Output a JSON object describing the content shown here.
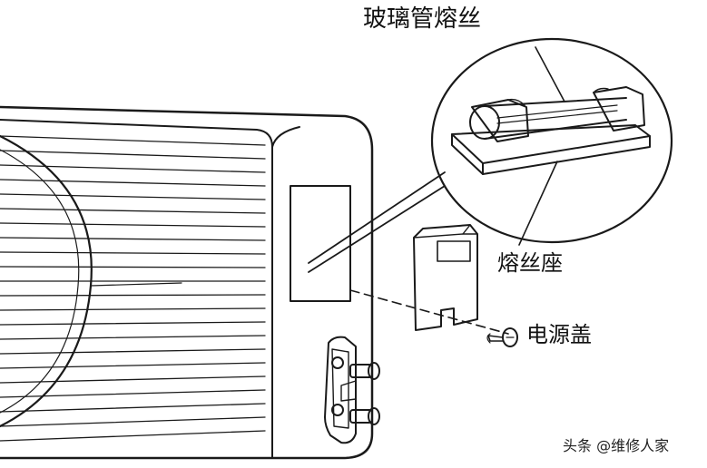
{
  "labels": {
    "glass_fuse": "玻璃管熔丝",
    "fuse_seat": "熔丝座",
    "power_cover": "电源盖"
  },
  "watermark": "头条 @维修人家",
  "colors": {
    "line": "#1a1a1a",
    "background": "#ffffff"
  },
  "icons": [
    "outdoor-unit",
    "fan-grille",
    "terminal-block",
    "glass-fuse",
    "fuse-seat",
    "power-cover",
    "screw"
  ]
}
